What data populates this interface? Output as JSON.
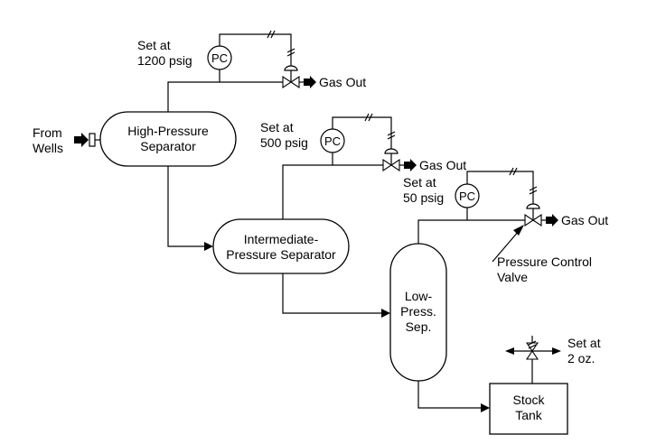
{
  "source": {
    "line1": "From",
    "line2": "Wells"
  },
  "controllers": {
    "hp": {
      "set_line1": "Set at",
      "set_line2": "1200 psig",
      "tag": "PC"
    },
    "ip": {
      "set_line1": "Set at",
      "set_line2": "500 psig",
      "tag": "PC"
    },
    "lp": {
      "set_line1": "Set at",
      "set_line2": "50 psig",
      "tag": "PC"
    }
  },
  "vessels": {
    "hp": {
      "line1": "High-Pressure",
      "line2": "Separator"
    },
    "ip": {
      "line1": "Intermediate-",
      "line2": "Pressure Separator"
    },
    "lp": {
      "line1": "Low-",
      "line2": "Press.",
      "line3": "Sep."
    },
    "tank": {
      "line1": "Stock",
      "line2": "Tank"
    }
  },
  "outlets": {
    "hp_gas": "Gas Out",
    "ip_gas": "Gas Out",
    "lp_gas": "Gas Out"
  },
  "pcv_callout": {
    "line1": "Pressure Control",
    "line2": "Valve"
  },
  "tank_vent": {
    "line1": "Set at",
    "line2": "2 oz."
  },
  "colors": {
    "stroke": "#000000",
    "background": "#ffffff"
  }
}
